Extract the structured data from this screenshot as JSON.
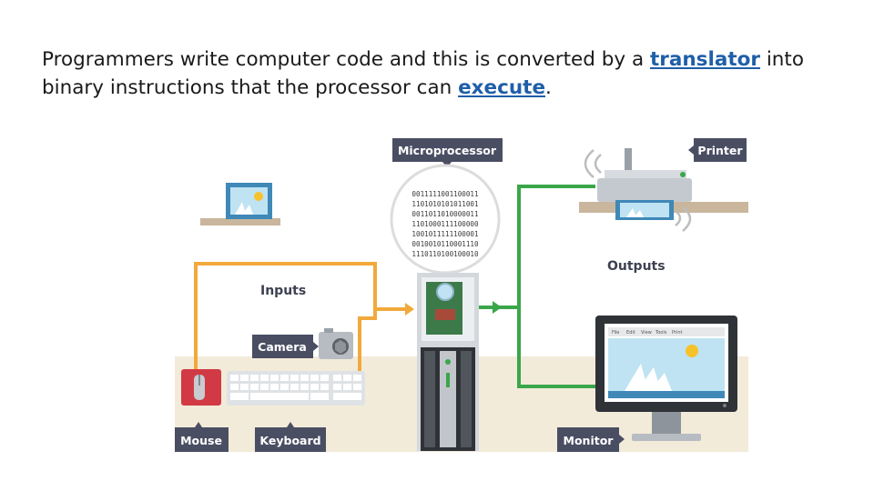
{
  "caption": {
    "part1": "Programmers write computer code and this is converted by a ",
    "kw1": "translator",
    "part2": " into binary instructions that the processor can ",
    "kw2": "execute",
    "part3": "."
  },
  "diagram": {
    "labels": {
      "microprocessor": "Microprocessor",
      "printer": "Printer",
      "inputs": "Inputs",
      "outputs": "Outputs",
      "camera": "Camera",
      "mouse": "Mouse",
      "keyboard": "Keyboard",
      "monitor": "Monitor"
    },
    "binary": [
      "0011111001100011",
      "1101010101011001",
      "0011011010000011",
      "1101000111100000",
      "1001011111100001",
      "0010010110001110",
      "1110110100100010"
    ],
    "window_menu": [
      "File",
      "Edit",
      "View",
      "Tools",
      "Print"
    ]
  },
  "colors": {
    "input_wire": "#f2a93b",
    "output_wire": "#3aa64a",
    "label_bg": "#4a4e63",
    "floor": "#f3ebd9",
    "shelf": "#c9b69d",
    "keyword": "#1f5fa8"
  }
}
